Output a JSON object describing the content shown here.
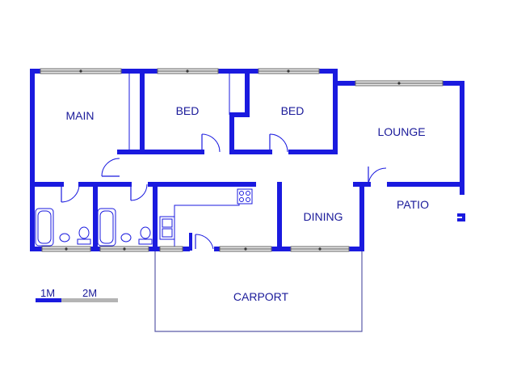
{
  "rooms": {
    "main": "MAIN",
    "bed1": "BED",
    "bed2": "BED",
    "lounge": "LOUNGE",
    "dining": "DINING",
    "patio": "PATIO",
    "carport": "CARPORT"
  },
  "scale_bar": {
    "label_1": "1M",
    "label_2": "2M"
  },
  "colors": {
    "wall": "#1a1adf",
    "label": "#1a1a9a",
    "window_fill": "#e6e6e6"
  }
}
